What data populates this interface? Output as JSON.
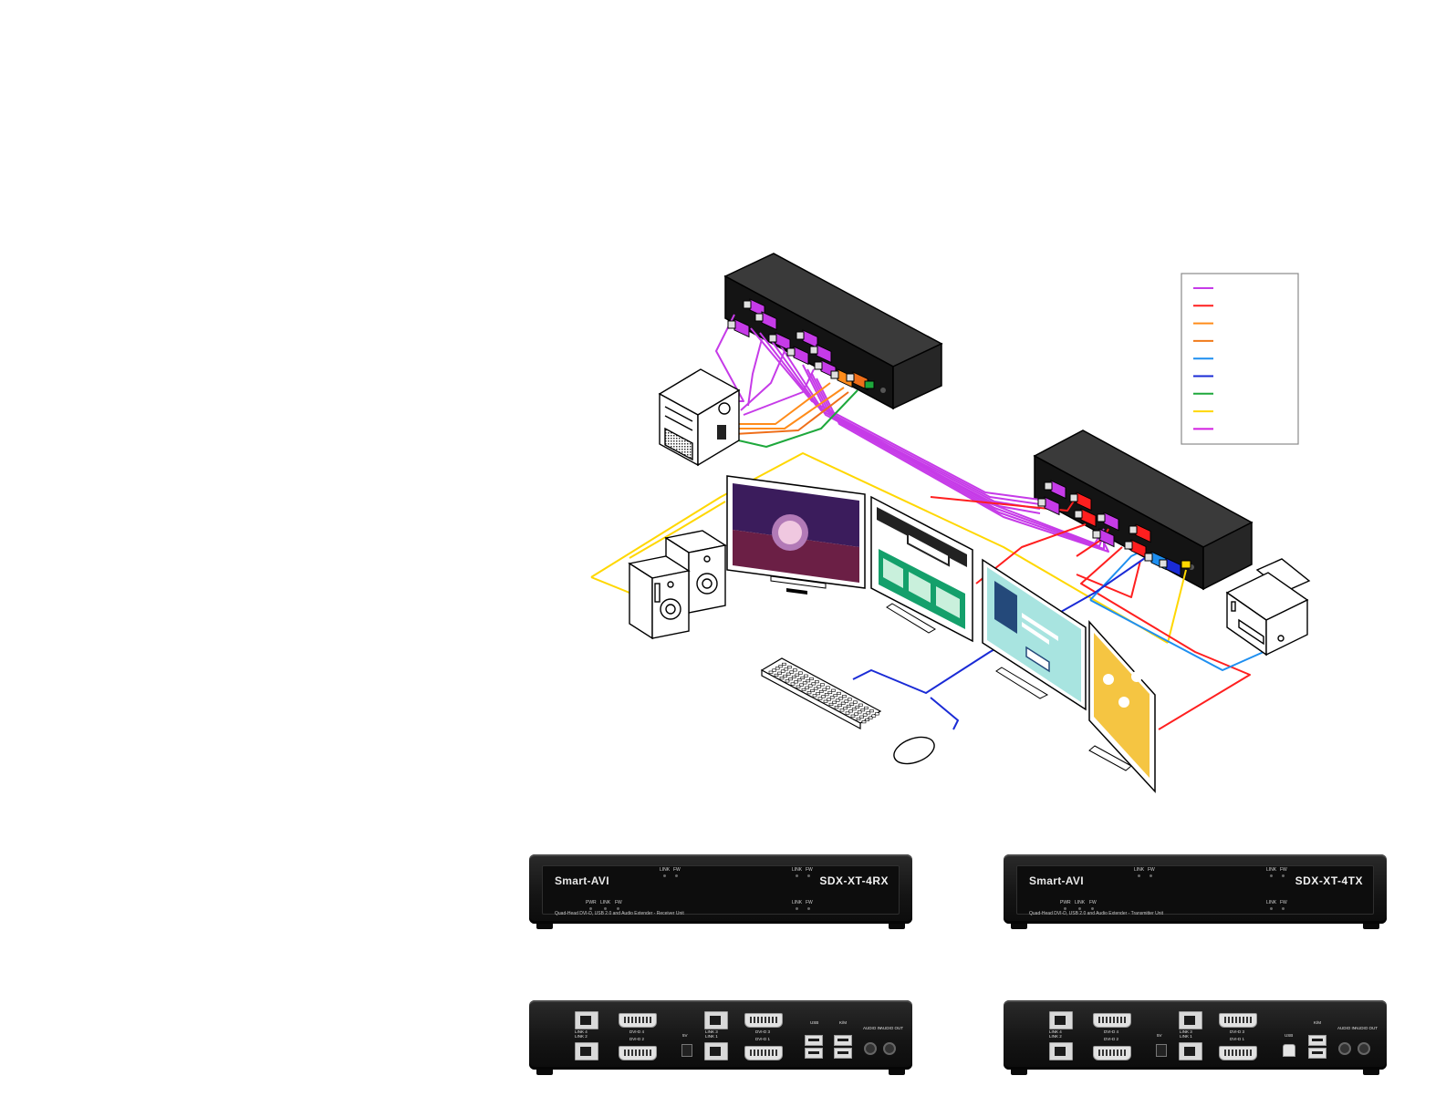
{
  "legend": {
    "entries": [
      {
        "color": "#c63be8"
      },
      {
        "color": "#ff1f1f"
      },
      {
        "color": "#ff8c1a"
      },
      {
        "color": "#f07a1a"
      },
      {
        "color": "#1e8ff0"
      },
      {
        "color": "#1a2bd6"
      },
      {
        "color": "#1ea83c"
      },
      {
        "color": "#ffd700"
      },
      {
        "color": "#d21ee0"
      }
    ]
  },
  "colors": {
    "purple": "#c63be8",
    "red": "#ff1f1f",
    "orange": "#ff8c1a",
    "blue": "#1e8ff0",
    "darkblue": "#1a2bd6",
    "green": "#1ea83c",
    "yellow": "#ffd700"
  },
  "icons": [
    "pc-tower-icon",
    "speakers-icon",
    "monitor-icon",
    "keyboard-icon",
    "mouse-icon",
    "printer-icon",
    "extender-transmitter-icon",
    "extender-receiver-icon"
  ],
  "units": {
    "rx_front": {
      "brand": "Smart-AVI",
      "model": "SDX-XT-4RX",
      "caption": "Quad-Head DVI-D, USB 2.0 and Audio Extender - Receiver Unit",
      "leds_top_left": [
        "LINK",
        "FW"
      ],
      "leds_top_right": [
        "LINK",
        "FW"
      ],
      "leds_bottom_left": [
        "PWR",
        "LINK",
        "FW"
      ],
      "leds_bottom_right": [
        "LINK",
        "FW"
      ]
    },
    "tx_front": {
      "brand": "Smart-AVI",
      "model": "SDX-XT-4TX",
      "caption": "Quad-Head DVI-D, USB 2.0 and Audio Extender - Transmitter Unit",
      "leds_top_left": [
        "LINK",
        "FW"
      ],
      "leds_top_right": [
        "LINK",
        "FW"
      ],
      "leds_bottom_left": [
        "PWR",
        "LINK",
        "FW"
      ],
      "leds_bottom_right": [
        "LINK",
        "FW"
      ]
    },
    "rx_rear": {
      "labels": {
        "link4": "LINK 4",
        "link2": "LINK 2",
        "dvi4": "DVI-D 4",
        "dvi2": "DVI-D 2",
        "power": "5V",
        "link3": "LINK 3",
        "link1": "LINK 1",
        "dvi3": "DVI-D 3",
        "dvi1": "DVI-D 1",
        "usb": "USB",
        "kvm": "K/M",
        "audio_in": "AUDIO IN",
        "audio_out": "AUDIO OUT"
      }
    },
    "tx_rear": {
      "labels": {
        "link4": "LINK 4",
        "link2": "LINK 2",
        "dvi4": "DVI-D 4",
        "dvi2": "DVI-D 2",
        "power": "5V",
        "link3": "LINK 3",
        "link1": "LINK 1",
        "dvi3": "DVI-D 3",
        "dvi1": "DVI-D 1",
        "usb": "USB",
        "kvm": "K/M",
        "audio_in": "AUDIO IN",
        "audio_out": "AUDIO OUT"
      }
    }
  }
}
